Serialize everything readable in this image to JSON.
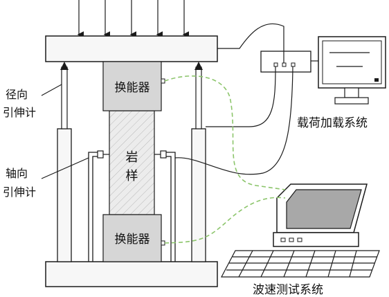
{
  "labels": {
    "transducer_top": "换能器",
    "transducer_bottom": "换能器",
    "specimen_line1": "岩",
    "specimen_line2": "样",
    "radial_extensometer_line1": "径向",
    "radial_extensometer_line2": "引伸计",
    "axial_extensometer_line1": "轴向",
    "axial_extensometer_line2": "引伸计",
    "loading_system": "载荷加载系统",
    "wave_velocity_system": "波速测试系统"
  },
  "colors": {
    "stroke": "#1a1a1a",
    "fill_block": "#f7f7f7",
    "transducer_fill": "#d6d6d6",
    "specimen_fill": "#e6e6e6",
    "signal_dash": "#8cc56b",
    "screen_fill": "#a8a8a8"
  }
}
